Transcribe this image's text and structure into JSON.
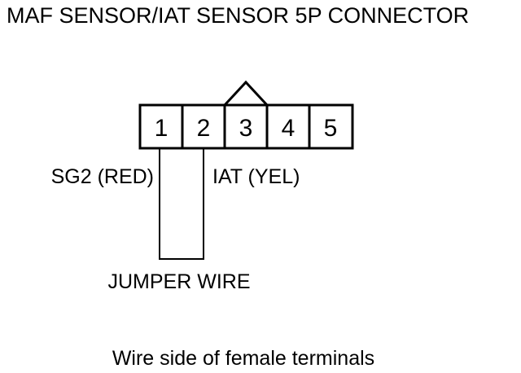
{
  "title": "MAF SENSOR/IAT SENSOR 5P CONNECTOR",
  "connector": {
    "terminals": [
      "1",
      "2",
      "3",
      "4",
      "5"
    ],
    "key_at_terminal": "3"
  },
  "labels": {
    "terminal_1": "SG2 (RED)",
    "terminal_2": "IAT (YEL)",
    "jumper": "JUMPER WIRE"
  },
  "caption": "Wire side of female terminals",
  "colors": {
    "line": "#000000",
    "background": "#ffffff"
  }
}
